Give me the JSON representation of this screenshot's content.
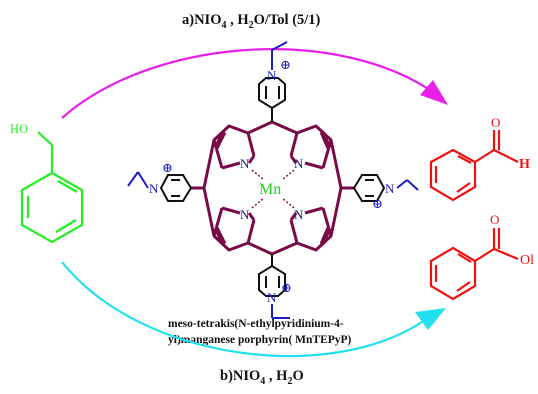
{
  "reaction": {
    "condition_a": {
      "prefix": "a)NIO",
      "sub": "4",
      "rest": " , H",
      "sub2": "2",
      "tail": "O/Tol (5/1)"
    },
    "condition_b": {
      "prefix": "b)NIO",
      "sub": "4",
      "rest": " , H",
      "sub2": "2",
      "tail": "O"
    },
    "catalyst_caption_line1": "meso-tetrakis(N-ethylpyridinium-4-",
    "catalyst_caption_line2": "yl)manganese porphyrin( MnTEPyP)"
  },
  "atoms": {
    "HO": "HO",
    "Mn": "Mn",
    "N": "N",
    "plus": "⊕",
    "O": "O",
    "H": "H",
    "OH_truncated": "Ol"
  },
  "colors": {
    "reactant": "#22ee22",
    "catalyst_ring": "#7a0a45",
    "catalyst_N": "#1c1c8c",
    "pyridinium_N": "#1c1cc8",
    "metal": "#22cc22",
    "product": "#ee1111",
    "arrow_top": "#e91ee9",
    "arrow_bottom": "#22e0ee"
  }
}
